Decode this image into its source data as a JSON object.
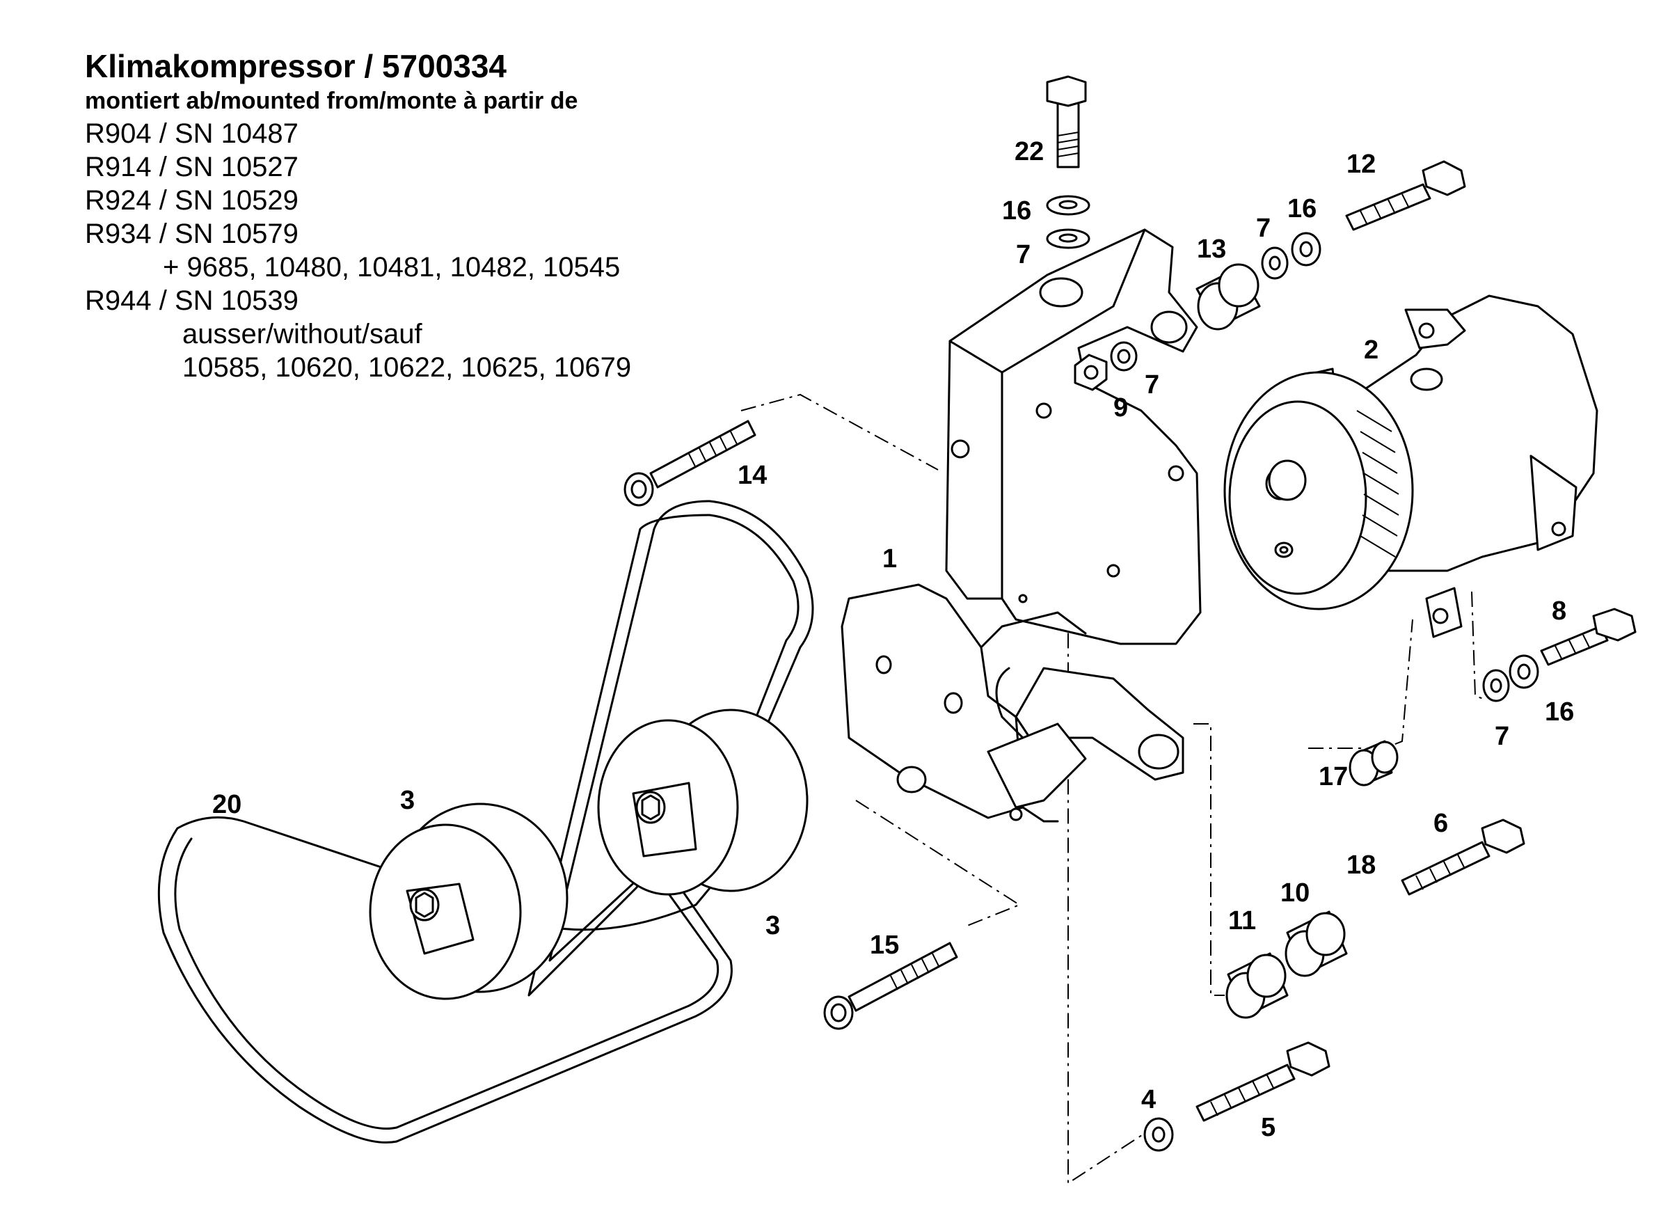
{
  "header": {
    "title": "Klimakompressor / 5700334",
    "subtitle": "montiert ab/mounted from/monte à partir de",
    "lines": [
      "R904 / SN 10487",
      "R914 / SN 10527",
      "R924 / SN 10529",
      "R934 / SN 10579",
      "+ 9685, 10480, 10481, 10482, 10545",
      "R944 / SN 10539",
      "ausser/without/sauf",
      "10585, 10620, 10622, 10625, 10679"
    ]
  },
  "callouts": {
    "c22": "22",
    "c16a": "16",
    "c7a": "7",
    "c13": "13",
    "c7b": "7",
    "c16b": "16",
    "c12": "12",
    "c2": "2",
    "c9": "9",
    "c7c": "7",
    "c14": "14",
    "c1": "1",
    "c8": "8",
    "c7d": "7",
    "c16c": "16",
    "c17": "17",
    "c20": "20",
    "c3a": "3",
    "c3b": "3",
    "c6": "6",
    "c18": "18",
    "c10": "10",
    "c11": "11",
    "c15": "15",
    "c4": "4",
    "c5": "5"
  }
}
